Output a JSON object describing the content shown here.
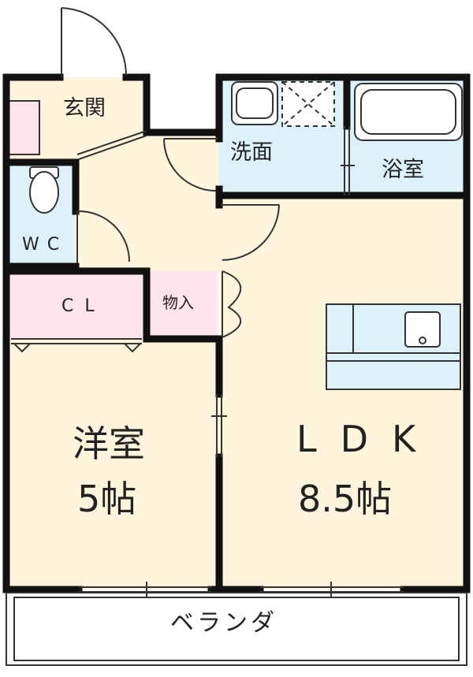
{
  "rooms": {
    "entrance": "玄関",
    "washroom": "洗面",
    "bathroom": "浴室",
    "wc": "WC",
    "closet": "CL",
    "storage": "物入",
    "western_room": "洋室",
    "western_room_size": "5帖",
    "ldk": "LDK",
    "ldk_size": "8.5帖",
    "veranda": "ベランダ"
  },
  "colors": {
    "living": "#fff4dc",
    "wet": "#ddf1fb",
    "closet": "#fde3ec",
    "wall": "#111111",
    "line": "#333333"
  }
}
